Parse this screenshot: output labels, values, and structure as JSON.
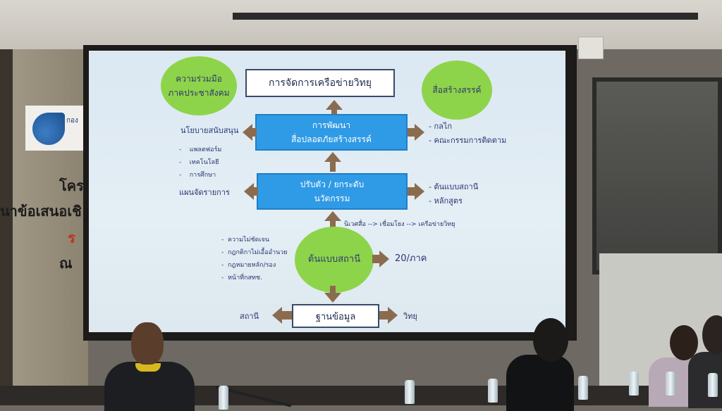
{
  "wall": {
    "banner_text": "กอง",
    "line1": "โคร",
    "line2": "นาข้อเสนอเชิ",
    "line3": "ร",
    "line4": "ณ"
  },
  "slide": {
    "title": "การจัดการเครือข่ายวิทยุ",
    "circle_left": {
      "line1": "ความร่วมมือ",
      "line2": "ภาคประชาสังคม"
    },
    "circle_right": "สื่อสร้างสรรค์",
    "dev_box": {
      "line1": "การพัฒนา",
      "line2": "สื่อปลอดภัยสร้างสรรค์"
    },
    "policy_label": "นโยบายสนับสนุน",
    "policy_items": [
      "แพลตฟอร์ม",
      "เทคโนโลยี",
      "การศึกษา"
    ],
    "right_top_items": [
      "- กลไก",
      "- คณะกรรมการติดตาม"
    ],
    "innov_box": {
      "line1": "ปรับตัว / ยกระดับ",
      "line2": "นวัตกรรม"
    },
    "plan_label": "แผนจัดรายการ",
    "right_mid_items": [
      "- ต้นแบบสถานี",
      "- หลักสูตร"
    ],
    "flow_text": "นิเวศสื่อ --> เชื่อมโยง --> เครือข่ายวิทยุ",
    "model_circle": "ต้นแบบสถานี",
    "issues": [
      "ความไม่ชัดเจน",
      "กฎกติกาไม่เอื้ออำนวย",
      "กฎหมายหลัก/รอง",
      "หน้าที่กสทช."
    ],
    "per_region": "20/ภาค",
    "database_box": "ฐานข้อมูล",
    "station_label": "สถานี",
    "radio_label": "วิทยุ"
  },
  "colors": {
    "slide_bg": "#dbe8f2",
    "box_blue": "#2f9ae6",
    "circle_green": "#8ed44a",
    "arrow_brown": "#8b6b4e",
    "text_navy": "#2a3670"
  }
}
